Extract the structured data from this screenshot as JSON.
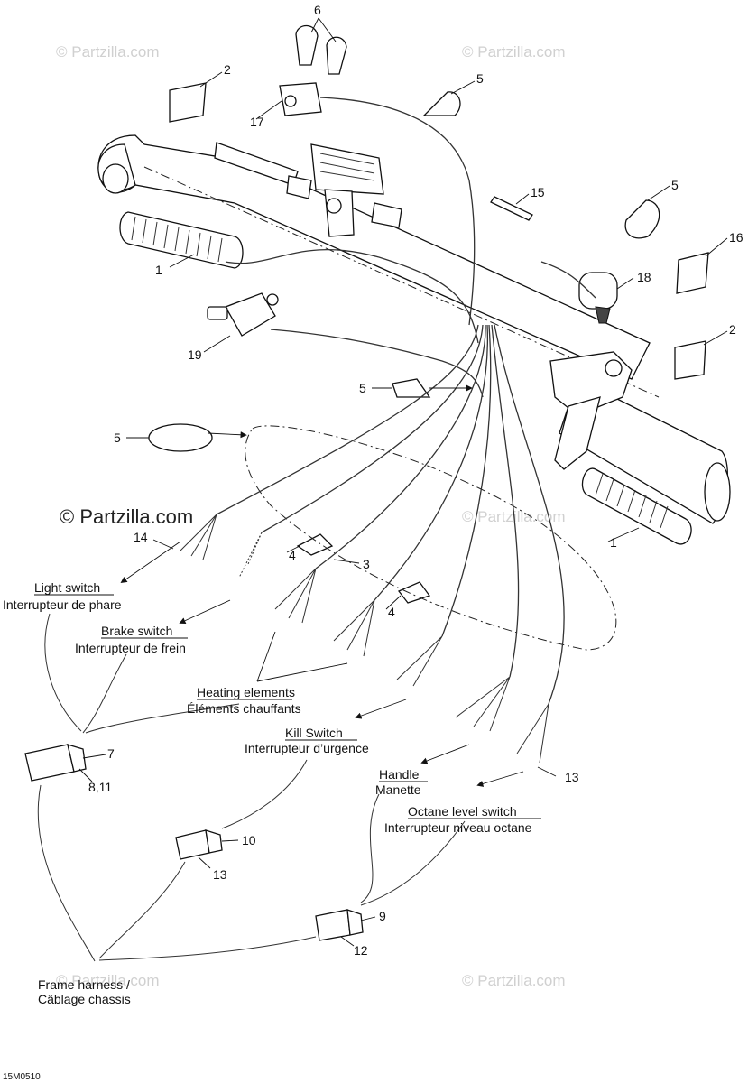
{
  "watermarks": {
    "partzilla": "© Partzilla.com",
    "partzilla_main": "© Partzilla.com"
  },
  "diagram_code": "15M0510",
  "part_numbers": {
    "n6": "6",
    "n2a": "2",
    "n5a": "5",
    "n17": "17",
    "n15": "15",
    "n5b": "5",
    "n16": "16",
    "n1a": "1",
    "n18": "18",
    "n2b": "2",
    "n19": "19",
    "n5c": "5",
    "n5d": "5",
    "n14": "14",
    "n4a": "4",
    "n3": "3",
    "n4b": "4",
    "n1b": "1",
    "n7": "7",
    "n8_11": "8,11",
    "n13a": "13",
    "n10": "10",
    "n13b": "13",
    "n9": "9",
    "n12": "12"
  },
  "labels": {
    "light_switch_en": "Light switch",
    "light_switch_fr": "Interrupteur de phare",
    "brake_switch_en": "Brake switch",
    "brake_switch_fr": "Interrupteur de frein",
    "heating_en": "Heating elements",
    "heating_fr": "Éléments chauffants",
    "kill_en": "Kill Switch",
    "kill_fr": "Interrupteur d’urgence",
    "handle_en": "Handle",
    "handle_fr": "Manette",
    "octane_en": "Octane level switch",
    "octane_fr": "Interrupteur niveau octane",
    "frame_en": "Frame harness /",
    "frame_fr": "Câblage chassis"
  }
}
